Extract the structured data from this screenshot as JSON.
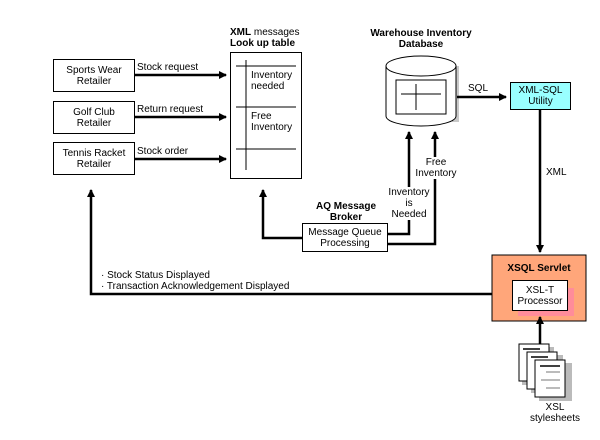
{
  "retailers": [
    {
      "line1": "Sports Wear",
      "line2": "Retailer"
    },
    {
      "line1": "Golf Club",
      "line2": "Retailer"
    },
    {
      "line1": "Tennis Racket",
      "line2": "Retailer"
    }
  ],
  "retailer_messages": [
    "Stock request",
    "Return request",
    "Stock order"
  ],
  "lookup_table": {
    "title_bold": "XML",
    "title_rest": " messages",
    "title_line2": "Look up table",
    "rows": [
      {
        "line1": "Inventory",
        "line2": "needed"
      },
      {
        "line1": "Free",
        "line2": "Inventory"
      },
      {
        "line1": "",
        "line2": ""
      }
    ]
  },
  "database": {
    "title_line1": "Warehouse Inventory",
    "title_line2": "Database"
  },
  "sql_label": "SQL",
  "xml_sql_utility": {
    "line1": "XML-SQL",
    "line2": "Utility",
    "color": "#99ffff"
  },
  "xml_label": "XML",
  "aq_broker": {
    "title_line1": "AQ Message",
    "title_line2": "Broker",
    "box_line1": "Message Queue",
    "box_line2": "Processing"
  },
  "inventory_needed_label": {
    "line1": "Inventory",
    "line2": "is",
    "line3": "Needed"
  },
  "free_inventory_label": {
    "line1": "Free",
    "line2": "Inventory"
  },
  "xsql_servlet": {
    "title": "XSQL Servlet",
    "color": "#ffa67a",
    "shadow_color": "#ff8c9a"
  },
  "xslt_processor": {
    "line1": "XSL-T",
    "line2": "Processor"
  },
  "stylesheets": {
    "line1": "XSL",
    "line2": "stylesheets"
  },
  "status_notes": [
    "· Stock Status Displayed",
    "· Transaction Acknowledgement Displayed"
  ]
}
